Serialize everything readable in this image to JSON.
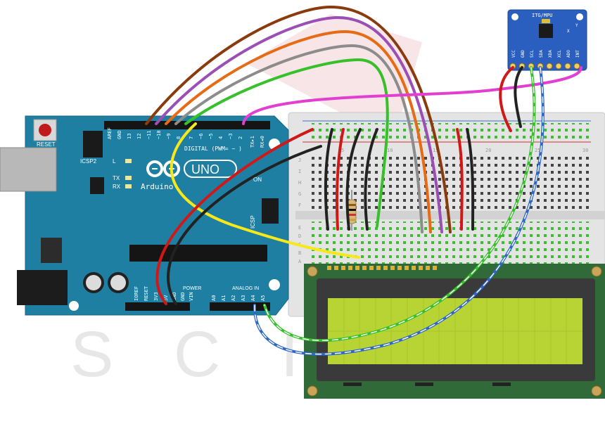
{
  "watermark": {
    "text": "S C I P I A"
  },
  "arduino": {
    "brand": "Arduino",
    "model": "UNO",
    "reset_label": "RESET",
    "icsp2_label": "ICSP2",
    "icsp_label": "ICSP",
    "digital_label": "DIGITAL (PWM= ~ )",
    "led_labels": [
      "L",
      "TX",
      "RX"
    ],
    "on_label": "ON",
    "digital_pins": [
      "AREF",
      "GND",
      "13",
      "12",
      "~11",
      "~10",
      "~9",
      "8",
      "7",
      "~6",
      "~5",
      "4",
      "~3",
      "2",
      "TX▸1",
      "RX◂0"
    ],
    "power_header_label": "POWER",
    "power_pins": [
      "IOREF",
      "RESET",
      "3V3",
      "5V",
      "GND",
      "GND",
      "VIN"
    ],
    "analog_header_label": "ANALOG IN",
    "analog_pins": [
      "A0",
      "A1",
      "A2",
      "A3",
      "A4",
      "A5"
    ]
  },
  "breadboard": {
    "column_numbers": [
      "5",
      "10",
      "15",
      "20",
      "25",
      "30"
    ],
    "row_letters_top": [
      "J",
      "I",
      "H",
      "G",
      "F"
    ],
    "row_letters_bottom": [
      "E",
      "D",
      "C",
      "B",
      "A"
    ]
  },
  "sensor": {
    "title": "ITG/MPU",
    "pins": [
      "VCC",
      "GND",
      "SCL",
      "SDA",
      "XDA",
      "XCL",
      "ADO",
      "INT"
    ],
    "axis_labels": [
      "X",
      "Y"
    ]
  },
  "lcd": {
    "screen_color": "#b7d334"
  },
  "colors": {
    "arduino_board": "#1f7fa3",
    "breadboard": "#e6e6e6",
    "lcd_pcb": "#2f6a38",
    "sensor_board": "#2b5fbf",
    "wire_brown": "#8a3b0e",
    "wire_purple": "#9b4fb5",
    "wire_orange": "#e66b14",
    "wire_grey": "#8c8c8c",
    "wire_green": "#36c12a",
    "wire_magenta": "#e23fd0",
    "wire_yellow": "#f7e81a",
    "wire_red": "#d01818",
    "wire_black": "#222222",
    "wire_blue": "#2d67c8"
  }
}
